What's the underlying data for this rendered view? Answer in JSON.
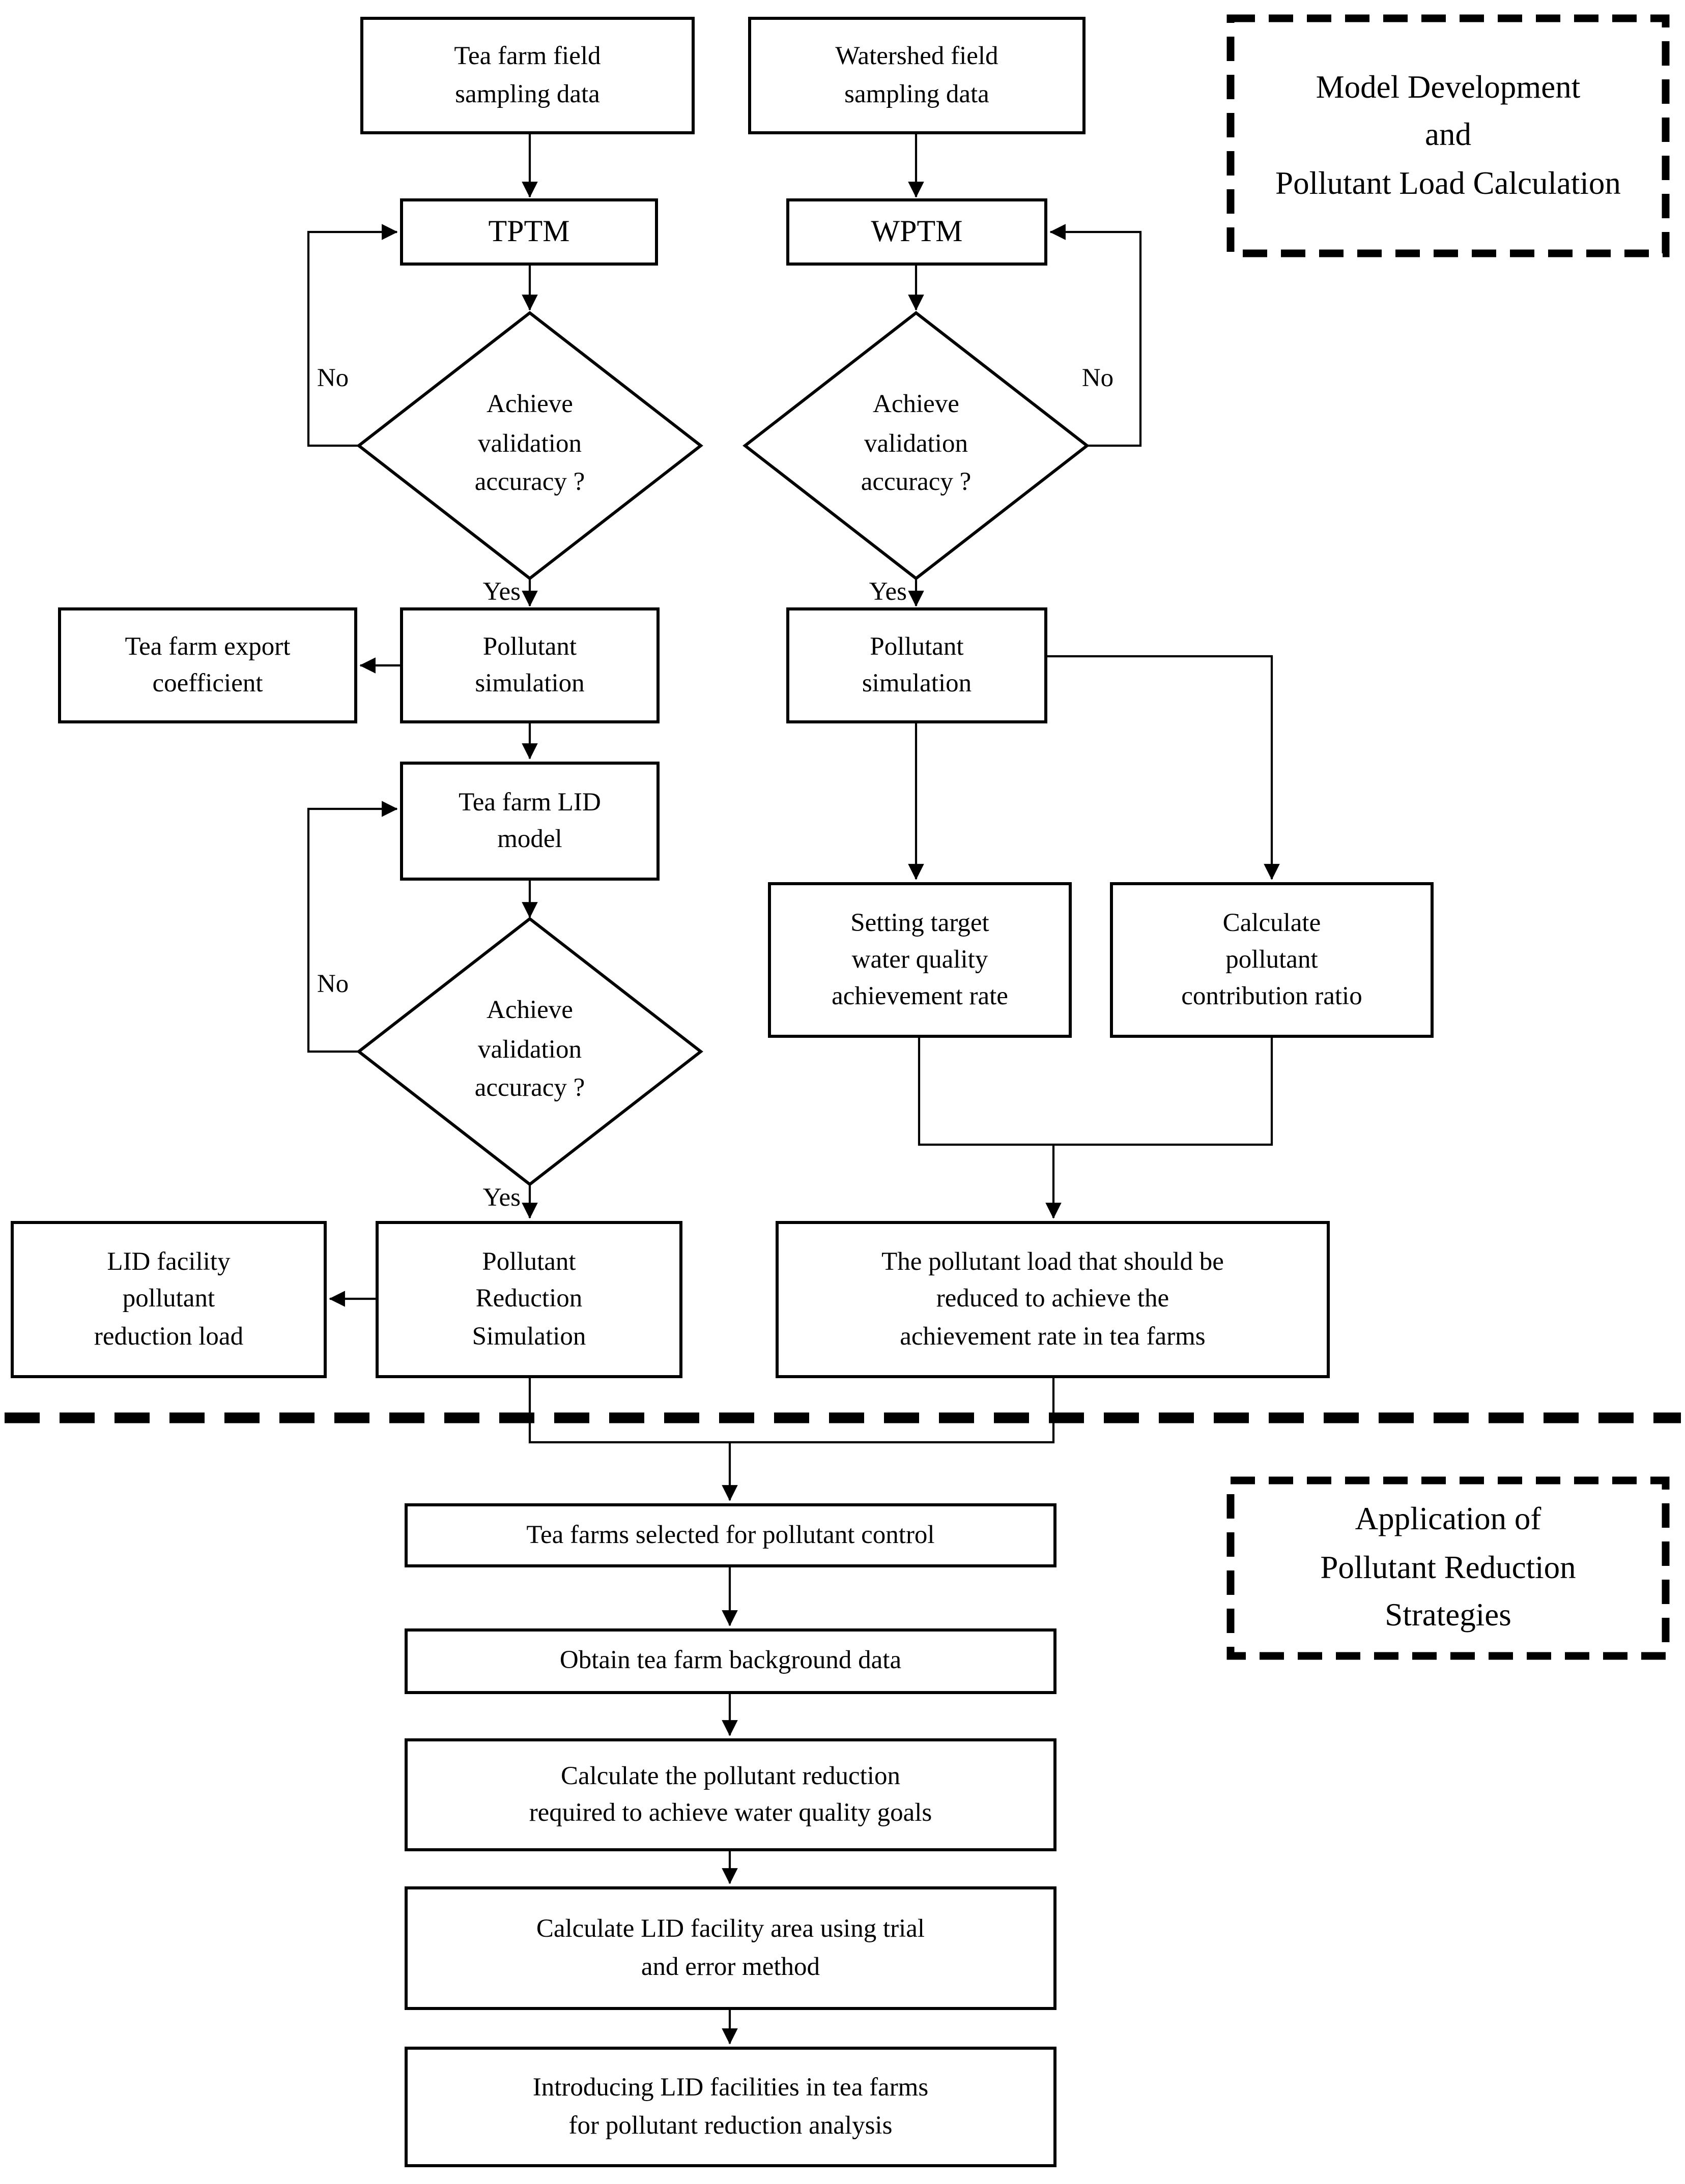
{
  "colors": {
    "background": "#ffffff",
    "line": "#000000",
    "text": "#000000"
  },
  "sections": {
    "model_dev": "Model Development\nand\nPollutant Load Calculation",
    "application": "Application of\nPollutant Reduction\nStrategies"
  },
  "nodes": {
    "tea_farm_sampling": "Tea farm field\nsampling data",
    "watershed_sampling": "Watershed field\nsampling data",
    "tptm": "TPTM",
    "wptm": "WPTM",
    "validation_tptm": "Achieve\nvalidation\naccuracy ?",
    "validation_wptm": "Achieve\nvalidation\naccuracy ?",
    "validation_lid": "Achieve\nvalidation\naccuracy ?",
    "tea_farm_export_coefficient": "Tea farm export\ncoefficient",
    "pollutant_simulation_left": "Pollutant\nsimulation",
    "pollutant_simulation_right": "Pollutant\nsimulation",
    "tea_farm_lid_model": "Tea farm LID\nmodel",
    "setting_target": "Setting target\nwater quality\nachievement rate",
    "calc_contribution": "Calculate\npollutant\ncontribution ratio",
    "lid_facility_load": "LID facility\npollutant\nreduction load",
    "pollutant_reduction_simulation": "Pollutant\nReduction\nSimulation",
    "pollutant_load_to_reduce": "The pollutant load that should be\nreduced to achieve the\nachievement rate in tea farms",
    "tea_farms_selected": "Tea farms selected for pollutant control",
    "obtain_background": "Obtain tea farm background data",
    "calc_pollutant_reduction": "Calculate the pollutant reduction\nrequired to achieve water quality goals",
    "calc_lid_area": "Calculate LID facility area using trial\nand error method",
    "introducing_lid": "Introducing LID facilities in tea farms\nfor pollutant reduction analysis"
  },
  "edge_labels": {
    "yes": "Yes",
    "no": "No"
  }
}
